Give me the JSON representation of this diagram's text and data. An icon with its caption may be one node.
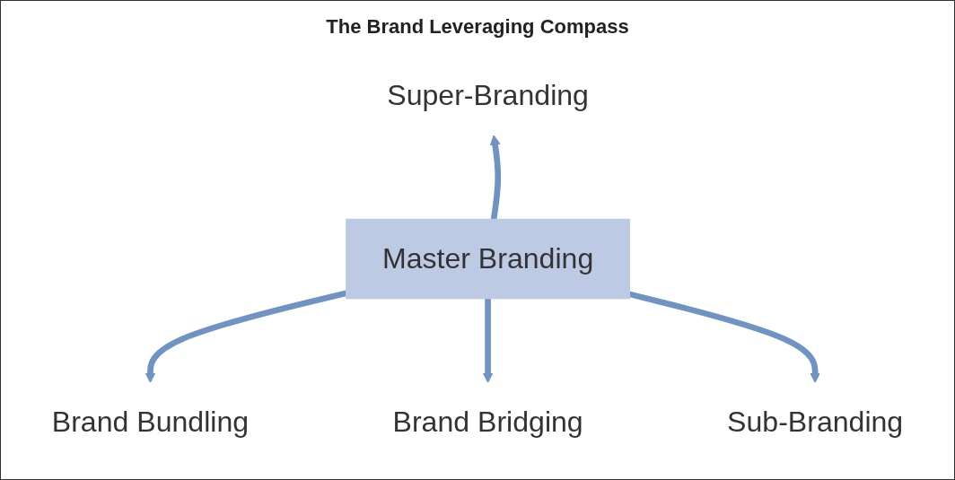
{
  "diagram": {
    "title": "The Brand Leveraging Compass",
    "nodes": [
      {
        "text": [
          "Super-Branding"
        ]
      },
      {
        "text": [
          "Brand Bundling"
        ]
      },
      {
        "text": [
          "Master Branding"
        ]
      },
      {
        "text": [
          "Brand Bridging"
        ]
      },
      {
        "text": [
          "Sub-Branding"
        ]
      }
    ],
    "edges": [
      {
        "from": 2,
        "to": 0,
        "arrow": "to"
      },
      {
        "from": 2,
        "to": 1,
        "arrow": "to"
      },
      {
        "from": 2,
        "to": 3,
        "arrow": "to"
      },
      {
        "from": 2,
        "to": 4,
        "arrow": "to"
      }
    ]
  }
}
